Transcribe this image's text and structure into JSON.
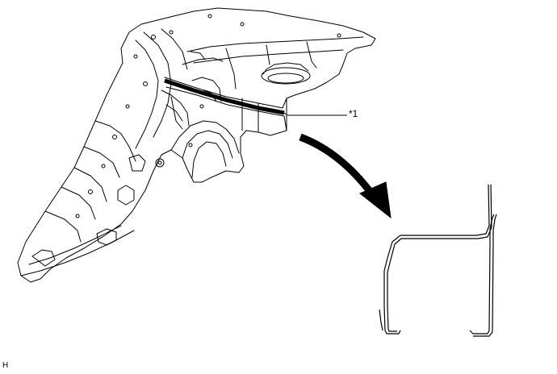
{
  "callouts": [
    {
      "id": "1",
      "label": "*1"
    }
  ],
  "figure_code": "H",
  "colors": {
    "line": "#000000",
    "background": "#ffffff"
  }
}
